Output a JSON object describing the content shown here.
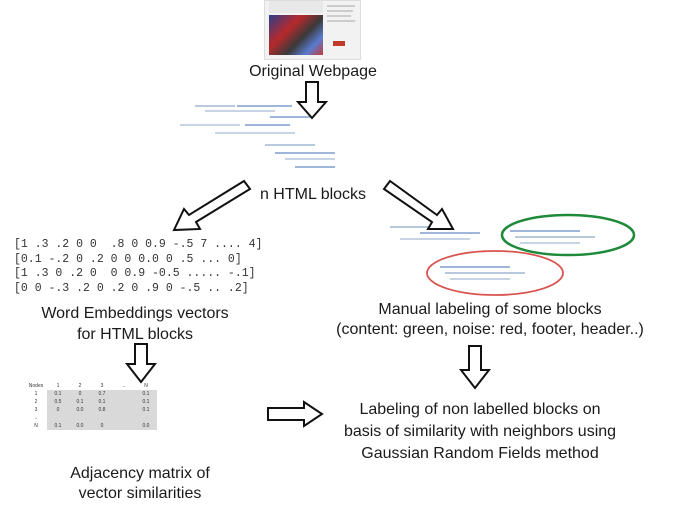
{
  "nodes": {
    "original": "Original Webpage",
    "blocks": "n HTML blocks",
    "embed_l1": "Word Embeddings vectors",
    "embed_l2": "for HTML blocks",
    "manual_l1": "Manual labeling of some blocks",
    "manual_l2": "(content: green, noise: red, footer, header..)",
    "adj_l1": "Adjacency matrix of",
    "adj_l2": "vector similarities",
    "grf_l1": "Labeling of non labelled blocks on",
    "grf_l2": "basis of similarity with neighbors using",
    "grf_l3": "Gaussian Random Fields method"
  },
  "vectors": [
    "[1 .3 .2 0 0  .8 0 0.9 -.5 7 .... 4]",
    "[0.1 -.2 0 .2 0 0 0.0 0 .5 ... 0]",
    "[1 .3 0 .2 0  0 0.9 -0.5 ..... -.1]",
    "[0 0 -.3 .2 0 .2 0 .9 0 -.5 .. .2]"
  ],
  "matrix": {
    "header": [
      "Nodes",
      "1",
      "2",
      "3",
      "..",
      "N"
    ],
    "rows": [
      [
        "1",
        "0.1",
        "0",
        "0.7",
        "",
        "0.1"
      ],
      [
        "2",
        "0.5",
        "0.1",
        "0.1",
        "",
        "0.1"
      ],
      [
        "3",
        "0",
        "0.0",
        "0.8",
        "",
        "0.1"
      ],
      [
        "..",
        "",
        "",
        "",
        "",
        ""
      ],
      [
        "N",
        "0.1",
        "0.0",
        "0",
        "",
        "0.0"
      ]
    ]
  },
  "colors": {
    "content": "#1e8a3a",
    "noise": "#d9534f",
    "snippet": "#8fa8c8"
  }
}
